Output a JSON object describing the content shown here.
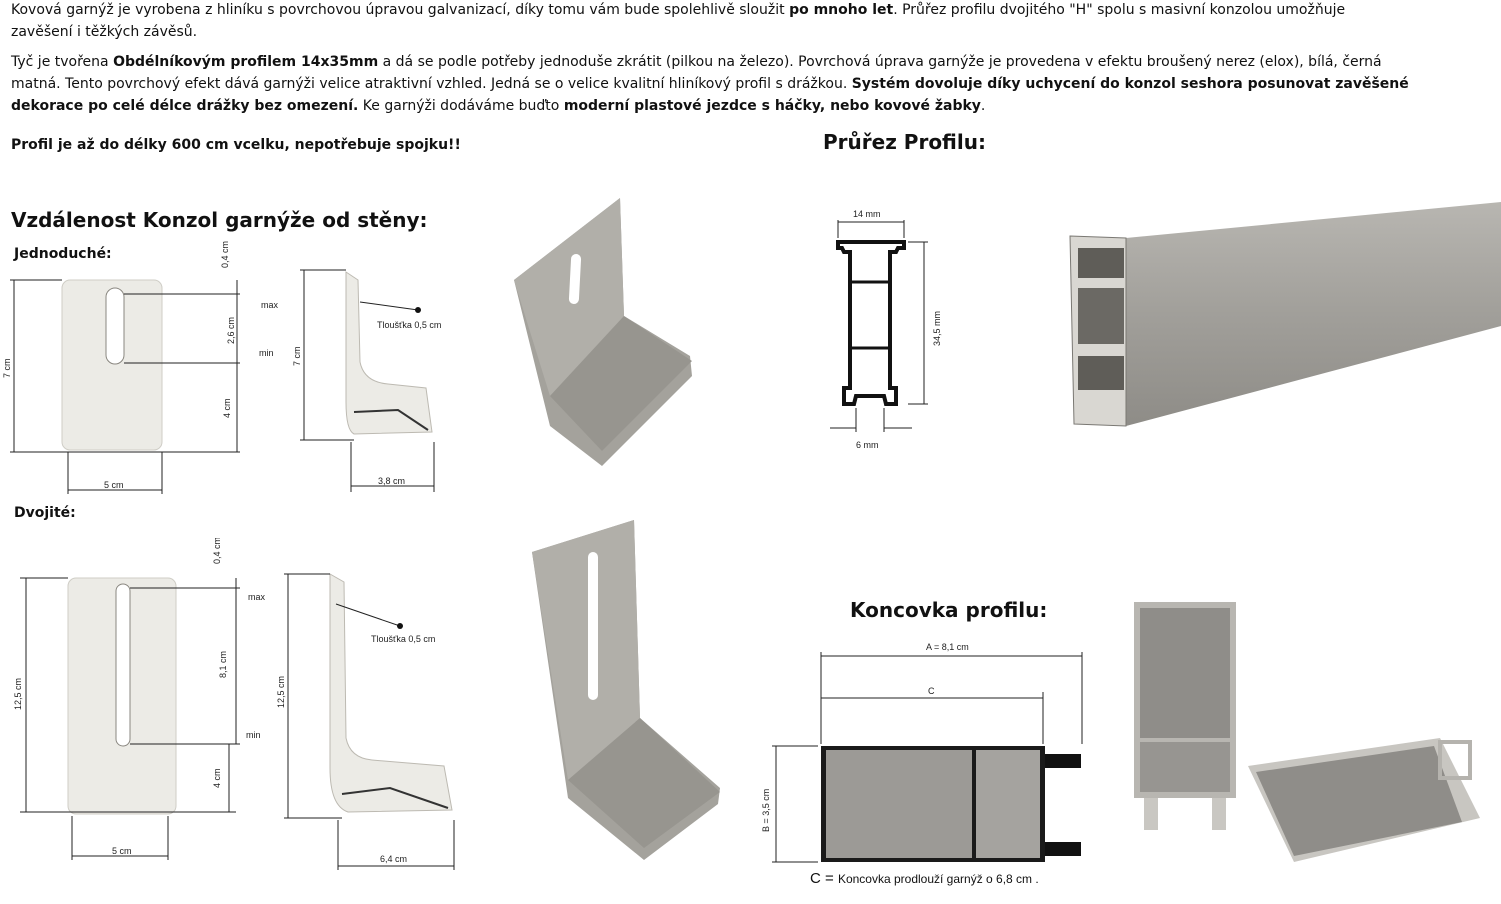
{
  "intro": {
    "p1": [
      "Kovová garnýž je vyrobena z hliníku s povrchovou úpravou galvanizací, díky tomu vám bude spolehlivě sloužit ",
      "po mnoho let",
      ". Průřez profilu dvojitého \"H\" spolu s masivní konzolou umožňuje zavěšení i těžkých závěsů."
    ],
    "p2": [
      " Tyč je tvořena ",
      "Obdélníkovým profilem 14x35mm",
      " a dá se podle potřeby jednoduše zkrátit (pilkou na železo). Povrchová úprava garnýže je provedena v efektu broušený nerez (elox), bílá, černá matná. Tento povrchový efekt dává garnýži velice atraktivní vzhled. Jedná se o velice kvalitní hliníkový profil s drážkou. ",
      "Systém dovoluje díky uchycení do konzol seshora posunovat zavěšené dekorace po celé délce drážky bez omezení.",
      " Ke garnýži dodáváme buďto ",
      "moderní plastové jezdce s háčky, nebo kovové žabky",
      "."
    ],
    "p3": "Profil je až do délky 600 cm vcelku, nepotřebuje spojku!!"
  },
  "headings": {
    "brackets": "Vzdálenost Konzol garnýže od stěny:",
    "single": "Jednoduché:",
    "double": "Dvojité:",
    "profile": "Průřez Profilu:",
    "endcap": "Koncovka profilu:"
  },
  "single_bracket": {
    "top_gap": "0,4 cm",
    "height": "7 cm",
    "slot": "2,6 cm",
    "max": "max",
    "min": "min",
    "lower": "4 cm",
    "width": "5 cm",
    "side_height": "7 cm",
    "thickness": "Tloušťka 0,5 cm",
    "depth": "3,8 cm"
  },
  "double_bracket": {
    "top_gap": "0,4 cm",
    "height": "12,5 cm",
    "slot": "8,1 cm",
    "max": "max",
    "min": "min",
    "lower": "4 cm",
    "width": "5 cm",
    "side_height": "12,5 cm",
    "thickness": "Tloušťka 0,5 cm",
    "depth": "6,4 cm"
  },
  "profile": {
    "top_width": "14 mm",
    "height": "34,5 mm",
    "bottom_width": "6 mm"
  },
  "endcap": {
    "a": "A = 8,1 cm",
    "c": "C",
    "b": "B = 3,5 cm",
    "note_prefix": "C = ",
    "note": "Koncovka prodlouží garnýž o 6,8 cm ."
  },
  "colors": {
    "metal": "#9c9a94",
    "metal_light": "#eceae4",
    "dark": "#151515"
  }
}
